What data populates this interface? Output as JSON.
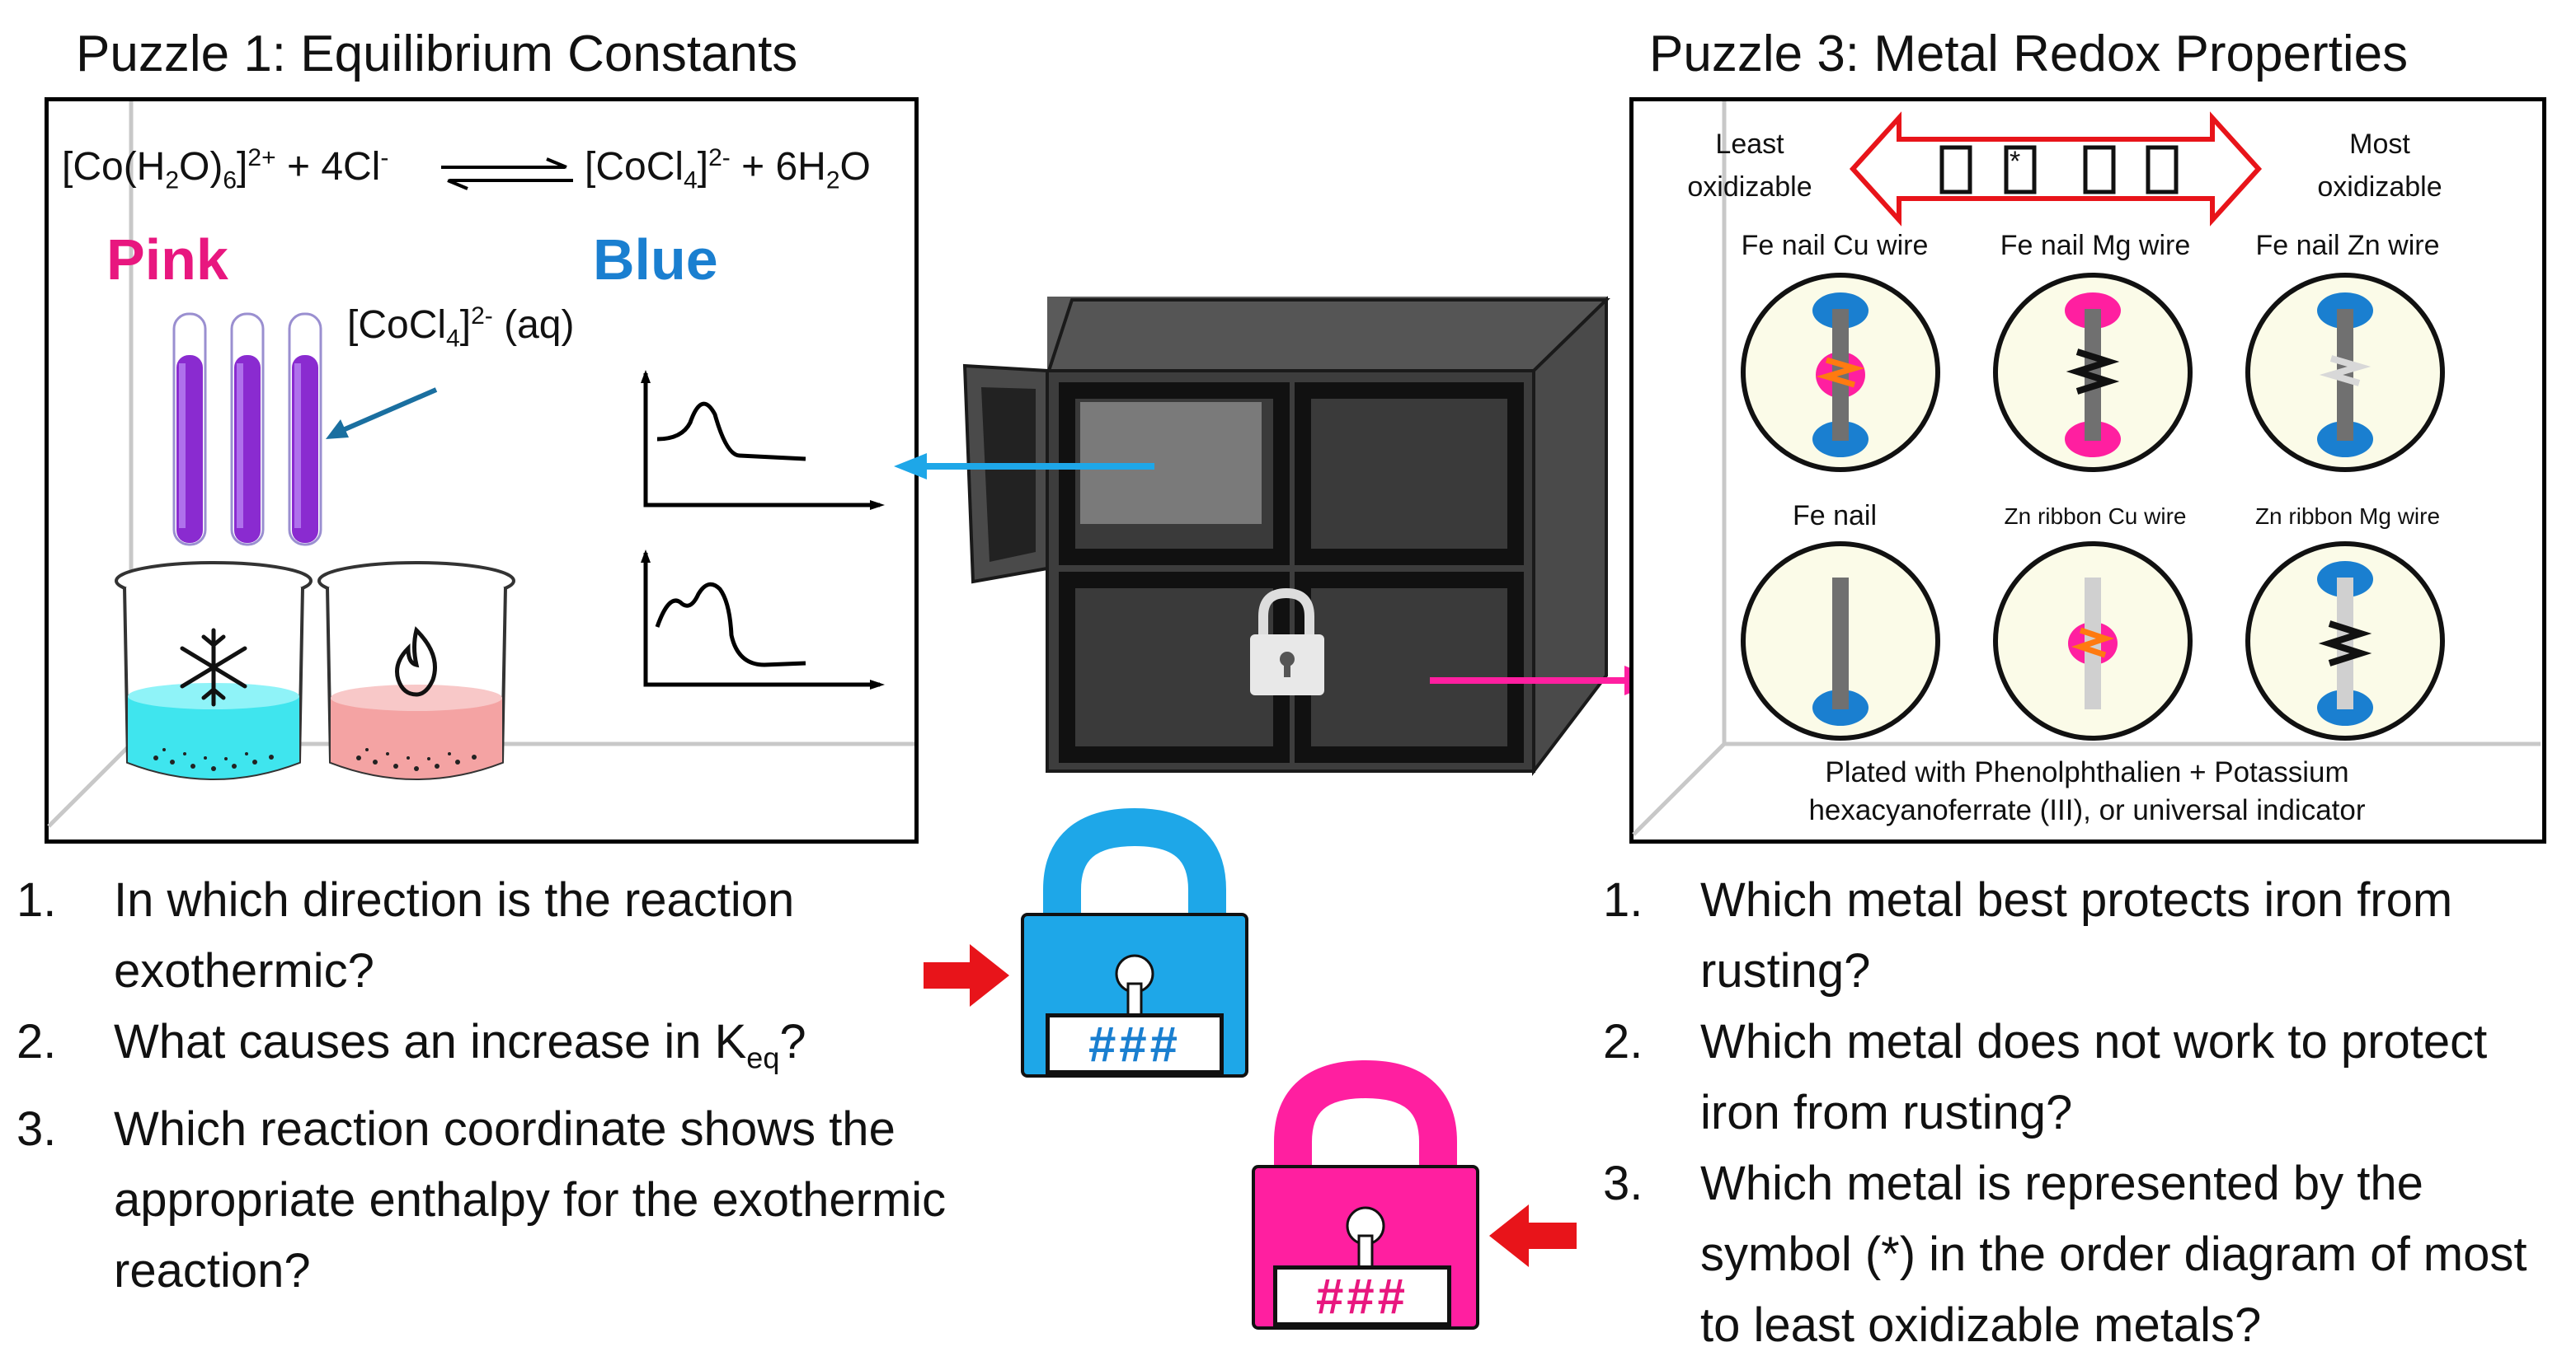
{
  "puzzle1": {
    "title": "Puzzle 1: Equilibrium Constants",
    "equation_left": "[Co(H",
    "equation_left_sub1": "2",
    "equation_left_mid": "O)",
    "equation_left_sub2": "6",
    "equation_left_close": "]",
    "equation_left_charge": "2+",
    "equation_plus": " + 4Cl",
    "equation_plus_charge": "-",
    "equation_right": "[CoCl",
    "equation_right_sub": "4",
    "equation_right_close": "]",
    "equation_right_charge": "2-",
    "equation_right_tail": " + 6H",
    "equation_right_tail_sub": "2",
    "equation_right_tail_end": "O",
    "pink_label": "Pink",
    "blue_label": "Blue",
    "complex_label": "[CoCl",
    "complex_sub": "4",
    "complex_close": "]",
    "complex_charge": "2-",
    "complex_state": " (aq)",
    "questions": [
      {
        "num": "1.",
        "text": "In which direction is the reaction exothermic?"
      },
      {
        "num": "2.",
        "text_pre": "What causes an increase in K",
        "text_sub": "eq",
        "text_post": "?"
      },
      {
        "num": "3.",
        "text": "Which reaction coordinate shows the appropriate enthalpy for the exothermic reaction?"
      }
    ]
  },
  "puzzle3": {
    "title": "Puzzle 3: Metal Redox Properties",
    "least_label": "Least oxidizable",
    "most_label": "Most oxidizable",
    "star_symbol": "*",
    "samples_top": [
      "Fe nail Cu wire",
      "Fe nail Mg wire",
      "Fe nail Zn wire"
    ],
    "samples_bottom": [
      "Fe nail",
      "Zn ribbon Cu wire",
      "Zn ribbon Mg wire"
    ],
    "footer": "Plated with Phenolphthalien + Potassium hexacyanoferrate (III), or universal indicator",
    "questions": [
      {
        "num": "1.",
        "text": "Which metal best protects iron from rusting?"
      },
      {
        "num": "2.",
        "text": "Which metal does not work to protect iron from rusting?"
      },
      {
        "num": "3.",
        "text": "Which metal is represented by the symbol (*) in the order diagram of most to least oxidizable metals?"
      }
    ]
  },
  "locks": {
    "blue_code": "###",
    "pink_code": "###",
    "blue_color": "#1ea7e8",
    "pink_color": "#ff1fa0"
  },
  "colors": {
    "pink_text": "#e8177f",
    "blue_text": "#1a7fd0",
    "red_arrow": "#e8141a",
    "cabinet": "#3d3d3d"
  }
}
